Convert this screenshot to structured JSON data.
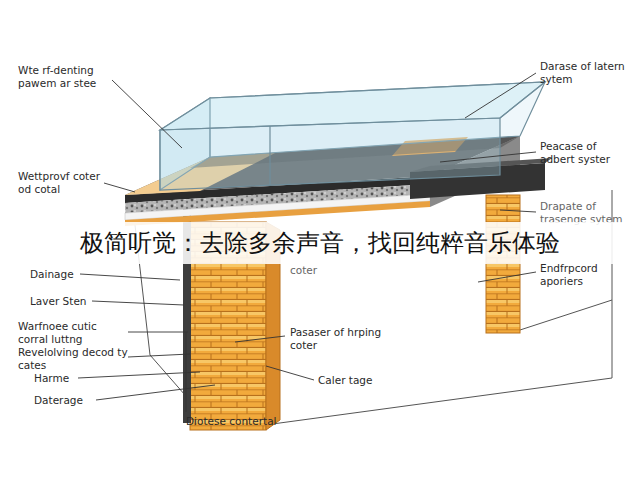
{
  "diagram": {
    "labels": [
      "Wte rf-denting pawem ar stee",
      "Wettprovf coter od cotal",
      "Dainage",
      "Laver Sten",
      "Warfnoee cutic corral luttng",
      "Revelolving decod ty cates",
      "Harme",
      "Daterage",
      "Diotese contertal",
      "Darase of latern sytem",
      "Peacase of adbert syster",
      "Drapate of trasenge sytem",
      "Endfrpcord aporiers",
      "coter",
      "Pasaser of hrping coter",
      "Caler tage",
      "极简听觉：去除多余声音，找回纯粹音乐体验"
    ]
  }
}
